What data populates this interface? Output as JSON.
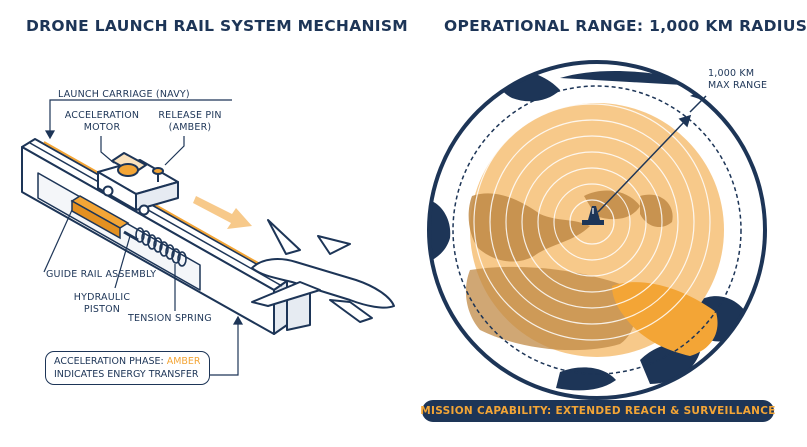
{
  "left_panel": {
    "title": "DRONE LAUNCH RAIL SYSTEM MECHANISM",
    "labels": {
      "launch_carriage": "LAUNCH CARRIAGE (NAVY)",
      "acceleration_motor_1": "ACCELERATION",
      "acceleration_motor_2": "MOTOR",
      "release_pin_1": "RELEASE PIN",
      "release_pin_2": "(AMBER)",
      "guide_rail": "GUIDE RAIL ASSEMBLY",
      "hydraulic_1": "HYDRAULIC",
      "hydraulic_2": "PISTON",
      "tension_spring": "TENSION SPRING"
    },
    "callout": {
      "line1_prefix": "ACCELERATION PHASE: ",
      "line1_highlight": "AMBER",
      "line2": "INDICATES ENERGY TRANSFER"
    }
  },
  "right_panel": {
    "title": "OPERATIONAL RANGE: 1,000 KM RADIUS",
    "range_label_1": "1,000 KM",
    "range_label_2": "MAX RANGE",
    "banner": "MISSION CAPABILITY: EXTENDED REACH & SURVEILLANCE"
  },
  "colors": {
    "navy": "#1d3557",
    "amber": "#f3a536",
    "light_amber": "#f7c98a",
    "land_shade": "#c08a45"
  },
  "icons": [
    "drone-icon",
    "launcher-icon",
    "direction-arrow-icon"
  ]
}
